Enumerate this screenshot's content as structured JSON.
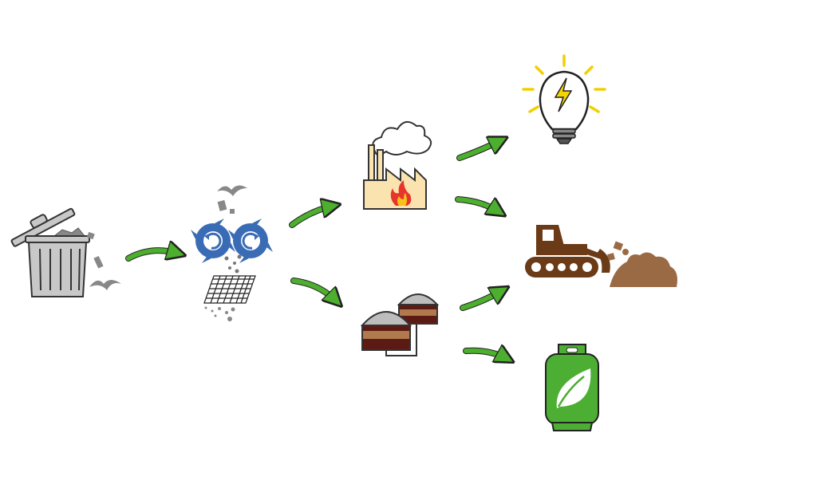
{
  "diagram": {
    "type": "process-flow",
    "nodes": [
      {
        "id": "waste",
        "icon": "trash-can-icon"
      },
      {
        "id": "shredding",
        "icon": "shredder-sieve-icon"
      },
      {
        "id": "incineration",
        "icon": "factory-fire-icon"
      },
      {
        "id": "digestion",
        "icon": "biogas-digester-icon"
      },
      {
        "id": "electricity",
        "icon": "lightbulb-icon"
      },
      {
        "id": "soil",
        "icon": "bulldozer-soil-icon"
      },
      {
        "id": "biogas",
        "icon": "gas-cylinder-leaf-icon"
      }
    ],
    "edges": [
      {
        "from": "waste",
        "to": "shredding"
      },
      {
        "from": "shredding",
        "to": "incineration"
      },
      {
        "from": "shredding",
        "to": "digestion"
      },
      {
        "from": "incineration",
        "to": "electricity"
      },
      {
        "from": "incineration",
        "to": "soil"
      },
      {
        "from": "digestion",
        "to": "soil"
      },
      {
        "from": "digestion",
        "to": "biogas"
      }
    ]
  },
  "colors": {
    "arrow": "#4caf2e",
    "trash": "#c8c8c8",
    "shredder": "#3a6cb5",
    "factory": "#fbe3b0",
    "flame_outer": "#e8352b",
    "flame_inner": "#f7c21a",
    "bulb_rays": "#f0d000",
    "bolt": "#f5d400",
    "bulldozer": "#6b3a17",
    "soil": "#9a6a44",
    "cylinder": "#4cae33",
    "digester_dome": "#bdbdbd",
    "digester_band": "#5c1a14",
    "digester_mid": "#b07a4e"
  }
}
